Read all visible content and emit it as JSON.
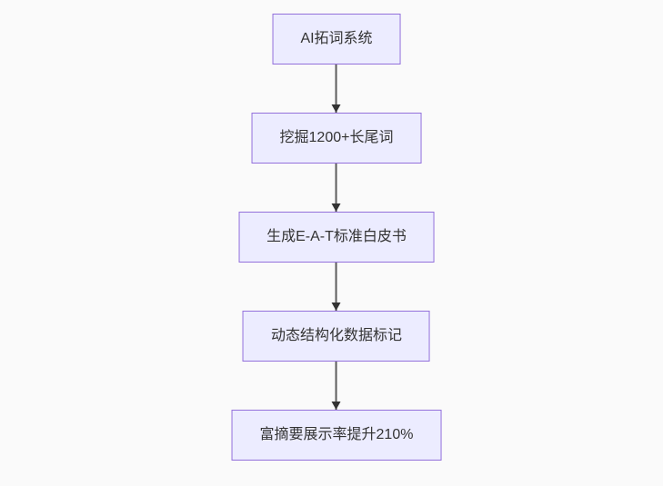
{
  "diagram": {
    "type": "flowchart-top-down",
    "nodes": [
      {
        "id": "n1",
        "label": "AI拓词系统"
      },
      {
        "id": "n2",
        "label": "挖掘1200+长尾词"
      },
      {
        "id": "n3",
        "label": "生成E-A-T标准白皮书"
      },
      {
        "id": "n4",
        "label": "动态结构化数据标记"
      },
      {
        "id": "n5",
        "label": "富摘要展示率提升210%"
      }
    ],
    "edges": [
      {
        "from": "n1",
        "to": "n2",
        "style": "arrow-down"
      },
      {
        "from": "n2",
        "to": "n3",
        "style": "arrow-down"
      },
      {
        "from": "n3",
        "to": "n4",
        "style": "arrow-down"
      },
      {
        "from": "n4",
        "to": "n5",
        "style": "arrow-down"
      }
    ]
  },
  "colors": {
    "node_fill": "#ececff",
    "node_border": "#9370db",
    "node_text": "#333333",
    "arrow_line": "#5c5c5c",
    "arrow_head": "#333333",
    "background": "#fafafa"
  }
}
